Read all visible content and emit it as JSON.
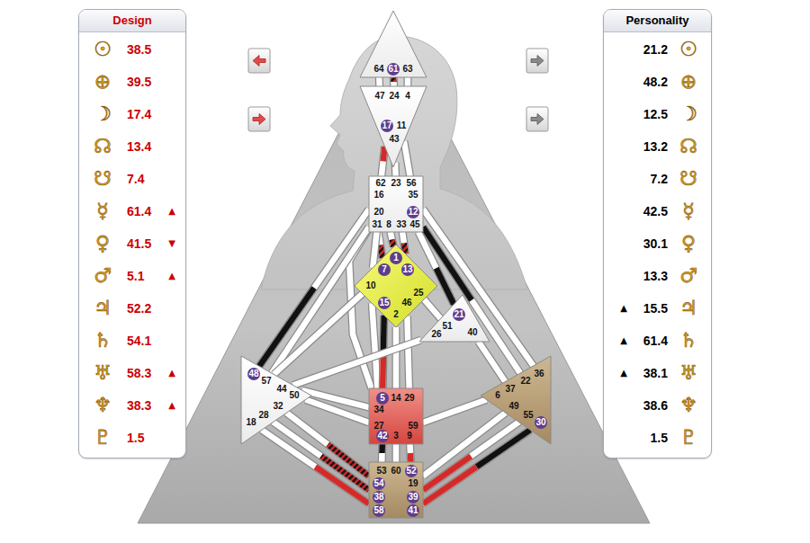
{
  "diagram": {
    "nodes": [
      {
        "text": [
          "Design",
          "☉",
          "38.5",
          "⊕",
          "39.5",
          "☽",
          "17.4",
          "☊",
          "13.4",
          "☋",
          "7.4",
          "☿",
          "61.4",
          "▲",
          "♀",
          "41.5",
          "▼",
          "♂",
          "5.1",
          "▲",
          "♃",
          "52.2",
          "♄",
          "54.1",
          "♅",
          "58.3",
          "▲",
          "♆",
          "38.3",
          "▲",
          "♇",
          "1.5"
        ]
      },
      {
        "text": [
          "Personality",
          "21.2",
          "☉",
          "48.2",
          "⊕",
          "12.5",
          "☽",
          "13.2",
          "☊",
          "7.2",
          "☋",
          "42.5",
          "☿",
          "30.1",
          "♀",
          "13.3",
          "♂",
          "▲",
          "15.5",
          "♃",
          "▲",
          "61.4",
          "♄",
          "▲",
          "38.1",
          "♅",
          "38.6",
          "♆",
          "1.5",
          "♇"
        ]
      },
      {
        "text": [
          "64",
          "61",
          "63"
        ]
      },
      {
        "text": [
          "47",
          "24",
          "4",
          "17",
          "11",
          "43"
        ]
      },
      {
        "text": [
          "62",
          "23",
          "56",
          "16",
          "35",
          "20",
          "12",
          "31",
          "8",
          "33",
          "45"
        ]
      },
      {
        "text": [
          "1",
          "7",
          "13",
          "10",
          "25",
          "15",
          "46",
          "2"
        ]
      },
      {
        "text": [
          "21",
          "51",
          "26",
          "40"
        ]
      },
      {
        "text": [
          "48",
          "57",
          "44",
          "50",
          "32",
          "28",
          "18"
        ]
      },
      {
        "text": [
          "36",
          "22",
          "37",
          "6",
          "49",
          "55",
          "30"
        ]
      },
      {
        "text": [
          "5",
          "14",
          "29",
          "34",
          "27",
          "59",
          "42",
          "3",
          "9"
        ]
      },
      {
        "text": [
          "53",
          "60",
          "52",
          "54",
          "19",
          "38",
          "39",
          "58",
          "41"
        ]
      }
    ],
    "edges": [
      {
        "from": 2,
        "to": 3,
        "arrow": "none"
      },
      {
        "from": 2,
        "to": 3,
        "arrow": "none"
      },
      {
        "from": 2,
        "to": 3,
        "arrow": "none"
      },
      {
        "from": 3,
        "to": 4,
        "arrow": "none"
      },
      {
        "from": 3,
        "to": 4,
        "arrow": "none"
      },
      {
        "from": 3,
        "to": 4,
        "arrow": "none"
      },
      {
        "from": 4,
        "to": 5,
        "arrow": "none"
      },
      {
        "from": 4,
        "to": 5,
        "arrow": "none"
      },
      {
        "from": 4,
        "to": 5,
        "arrow": "none"
      },
      {
        "from": 4,
        "to": 5,
        "arrow": "none"
      },
      {
        "from": 4,
        "to": 9,
        "arrow": "none"
      },
      {
        "from": 4,
        "to": 7,
        "arrow": "none"
      },
      {
        "from": 4,
        "to": 7,
        "arrow": "none"
      },
      {
        "from": 4,
        "to": 6,
        "arrow": "none"
      },
      {
        "from": 4,
        "to": 8,
        "arrow": "none"
      },
      {
        "from": 4,
        "to": 8,
        "arrow": "none"
      },
      {
        "from": 5,
        "to": 7,
        "arrow": "none"
      },
      {
        "from": 5,
        "to": 9,
        "arrow": "none"
      },
      {
        "from": 5,
        "to": 9,
        "arrow": "none"
      },
      {
        "from": 5,
        "to": 9,
        "arrow": "none"
      },
      {
        "from": 5,
        "to": 9,
        "arrow": "none"
      },
      {
        "from": 5,
        "to": 6,
        "arrow": "none"
      },
      {
        "from": 6,
        "to": 7,
        "arrow": "none"
      },
      {
        "from": 6,
        "to": 8,
        "arrow": "none"
      },
      {
        "from": 9,
        "to": 7,
        "arrow": "none"
      },
      {
        "from": 9,
        "to": 7,
        "arrow": "none"
      },
      {
        "from": 9,
        "to": 8,
        "arrow": "none"
      },
      {
        "from": 7,
        "to": 10,
        "arrow": "none"
      },
      {
        "from": 7,
        "to": 10,
        "arrow": "none"
      },
      {
        "from": 7,
        "to": 10,
        "arrow": "none"
      },
      {
        "from": 8,
        "to": 10,
        "arrow": "none"
      },
      {
        "from": 8,
        "to": 10,
        "arrow": "none"
      },
      {
        "from": 8,
        "to": 10,
        "arrow": "none"
      },
      {
        "from": 9,
        "to": 10,
        "arrow": "none"
      },
      {
        "from": 9,
        "to": 10,
        "arrow": "none"
      },
      {
        "from": 9,
        "to": 10,
        "arrow": "none"
      }
    ]
  }
}
